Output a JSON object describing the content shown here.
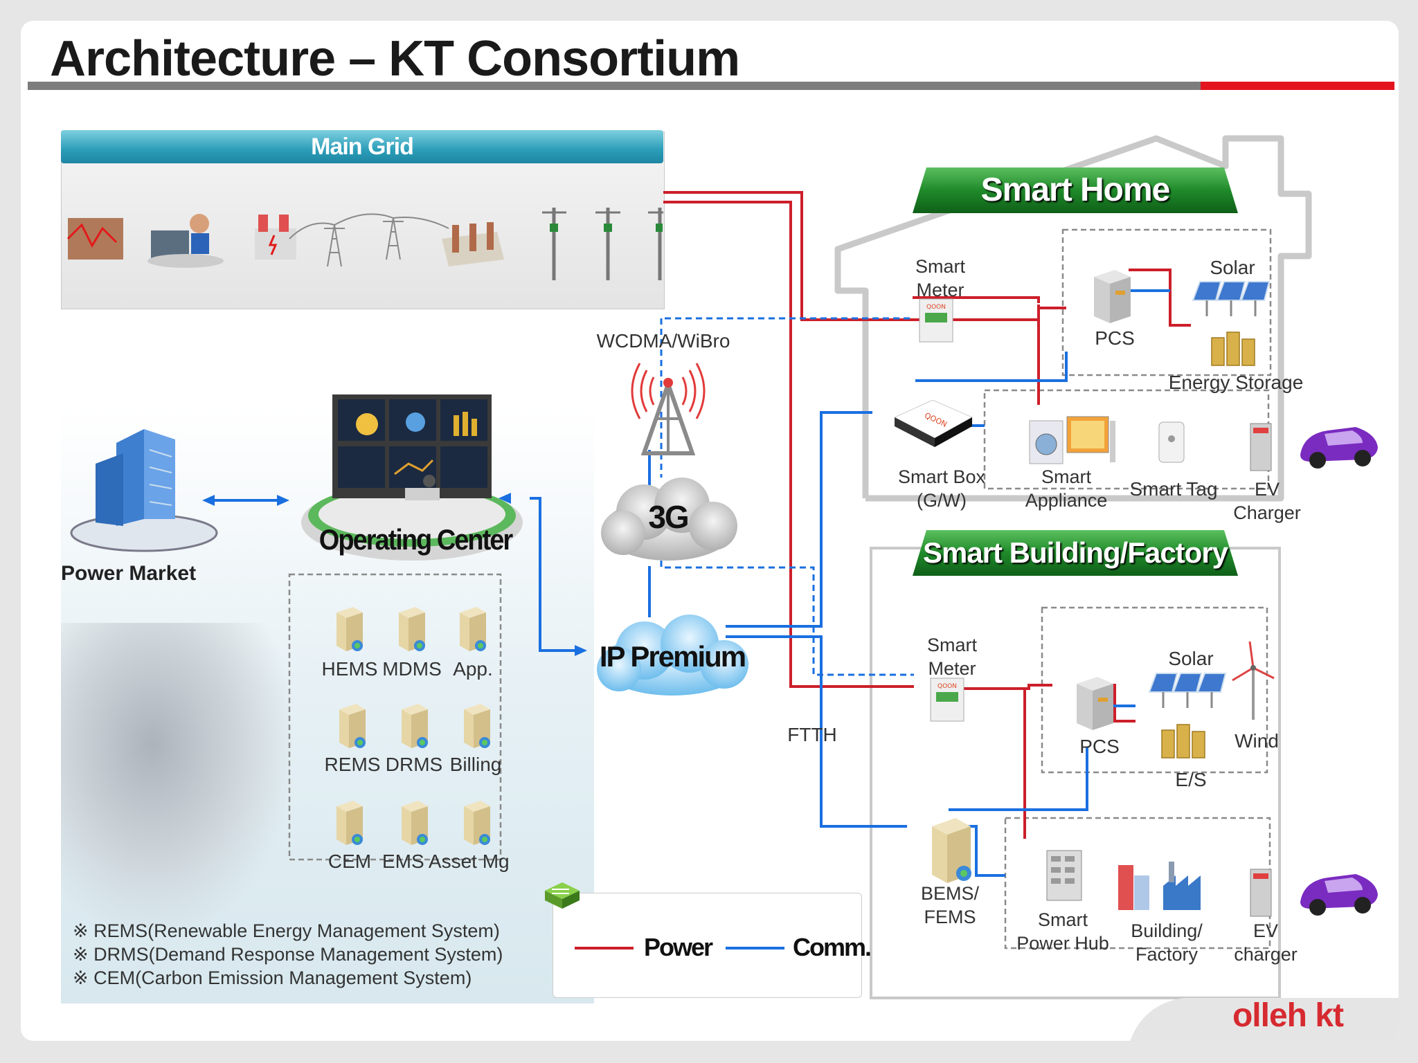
{
  "title": "Architecture – KT Consortium",
  "main_grid": {
    "label": "Main Grid"
  },
  "power_market": {
    "label": "Power Market"
  },
  "operating_center": {
    "label": "Operating Center"
  },
  "servers": [
    {
      "label": "HEMS"
    },
    {
      "label": "MDMS"
    },
    {
      "label": "App."
    },
    {
      "label": "REMS"
    },
    {
      "label": "DRMS"
    },
    {
      "label": "Billing"
    },
    {
      "label": "CEM"
    },
    {
      "label": "EMS Asset Mg"
    }
  ],
  "network": {
    "wireless_label": "WCDMA/WiBro",
    "cloud_3g": "3G",
    "cloud_ip": "IP Premium",
    "ftth_label": "FTTH"
  },
  "smart_home": {
    "title": "Smart Home",
    "smart_meter": "Smart\nMeter",
    "solar": "Solar",
    "pcs": "PCS",
    "energy_storage": "Energy Storage",
    "smart_box": "Smart Box\n(G/W)",
    "smart_appliance": "Smart\nAppliance",
    "smart_tag": "Smart Tag",
    "ev_charger": "EV\nCharger"
  },
  "smart_building": {
    "title": "Smart Building/Factory",
    "smart_meter": "Smart\nMeter",
    "solar": "Solar",
    "pcs": "PCS",
    "wind": "Wind",
    "es": "E/S",
    "bems": "BEMS/\nFEMS",
    "power_hub": "Smart\nPower Hub",
    "building_factory": "Building/\nFactory",
    "ev_charger": "EV\ncharger"
  },
  "footnotes": [
    "※ REMS(Renewable Energy Management System)",
    "※ DRMS(Demand Response Management System)",
    "※ CEM(Carbon Emission Management System)"
  ],
  "legend": {
    "power": "Power",
    "comm": "Comm."
  },
  "logo_text": "olleh kt",
  "colors": {
    "power_line": "#cc1f2a",
    "comm_line": "#1a6fe0",
    "accent_red": "#e3141d",
    "banner_green": "#1f8a2a"
  }
}
